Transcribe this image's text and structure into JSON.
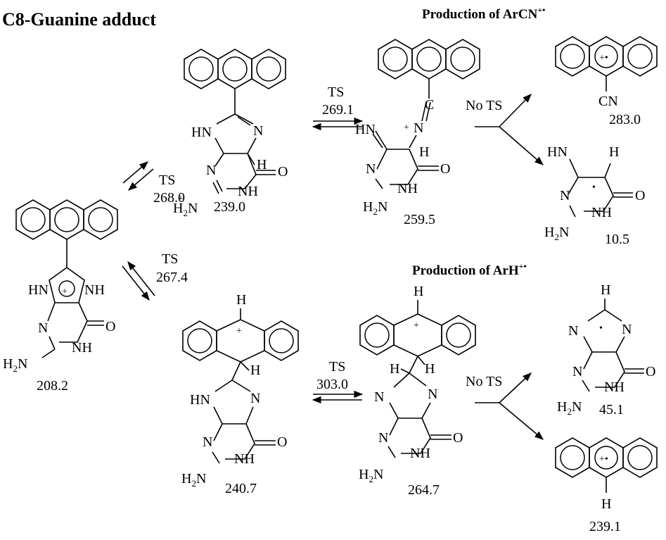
{
  "title": "C8-Guanine adduct",
  "headings": {
    "arcn": "Production of ArCN",
    "arcn_sup": "+•",
    "arh": "Production of ArH",
    "arh_sup": "+•"
  },
  "energies": {
    "s208": "208.2",
    "s239_0": "239.0",
    "s259_5": "259.5",
    "s283_0": "283.0",
    "s10_5": "10.5",
    "s240_7": "240.7",
    "s264_7": "264.7",
    "s45_1": "45.1",
    "s239_1": "239.1"
  },
  "ts": {
    "label": "TS",
    "no_ts": "No TS",
    "t268": "268.0",
    "t267": "267.4",
    "t269": "269.1",
    "t303": "303.0"
  },
  "atoms": {
    "H": "H",
    "HN": "HN",
    "N": "N",
    "NH": "NH",
    "O": "O",
    "C": "C",
    "CN": "CN",
    "H2": "H",
    "sub2": "2",
    "plus": "+",
    "radcat": "+•",
    "dot": "•"
  }
}
